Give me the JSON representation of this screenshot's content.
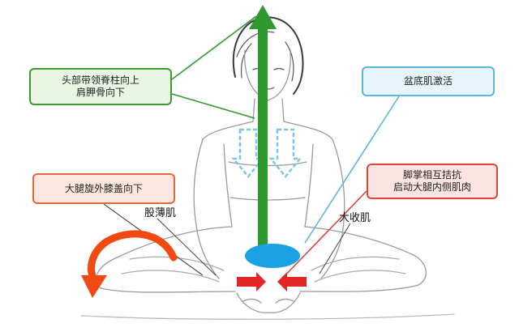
{
  "callouts": {
    "head_spine": [
      "头部带领脊柱向上",
      "肩胛骨向下"
    ],
    "pelvic_floor": [
      "盆底肌激活"
    ],
    "thigh_rotation": [
      "大腿旋外膝盖向下"
    ],
    "feet_press": [
      "脚掌相互拮抗",
      "启动大腿内侧肌肉"
    ]
  },
  "muscle_labels": {
    "gracilis": "股薄肌",
    "adductor": "大收肌"
  },
  "colors": {
    "green_arrow": "#2e9a2e",
    "pelvic_disc": "#19a3e6",
    "blue_dashed_arrows": "#7fc6e6",
    "red_arrows": "#e32626",
    "orange_curved_arrow": "#f04a12",
    "sketch_line": "#9a9a9a"
  }
}
